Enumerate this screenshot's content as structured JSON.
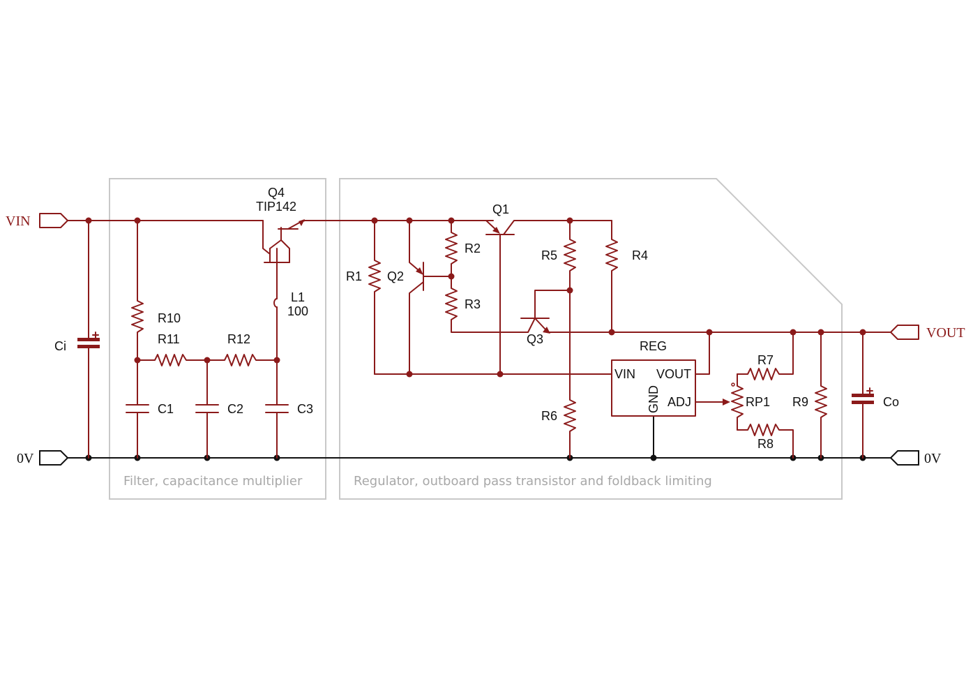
{
  "colors": {
    "wire": "#8b1a1a",
    "ground": "#111111",
    "group_box": "#c8c8c8",
    "group_text": "#a8a8a8"
  },
  "ports": {
    "vin": "VIN",
    "vout": "VOUT",
    "gnd_left": "0V",
    "gnd_right": "0V"
  },
  "groups": {
    "filter": "Filter, capacitance multiplier",
    "regulator": "Regulator, outboard pass transistor and foldback limiting"
  },
  "components": {
    "ci": "Ci",
    "co": "Co",
    "r1": "R1",
    "r2": "R2",
    "r3": "R3",
    "r4": "R4",
    "r5": "R5",
    "r6": "R6",
    "r7": "R7",
    "r8": "R8",
    "r9": "R9",
    "r10": "R10",
    "r11": "R11",
    "r12": "R12",
    "c1": "C1",
    "c2": "C2",
    "c3": "C3",
    "q1": "Q1",
    "q2": "Q2",
    "q3": "Q3",
    "q4": "Q4",
    "q4_part": "TIP142",
    "l1": "L1",
    "l1_value": "100",
    "rp1": "RP1",
    "reg": "REG"
  },
  "reg_pins": {
    "vin": "VIN",
    "vout": "VOUT",
    "gnd": "GND",
    "adj": "ADJ"
  }
}
